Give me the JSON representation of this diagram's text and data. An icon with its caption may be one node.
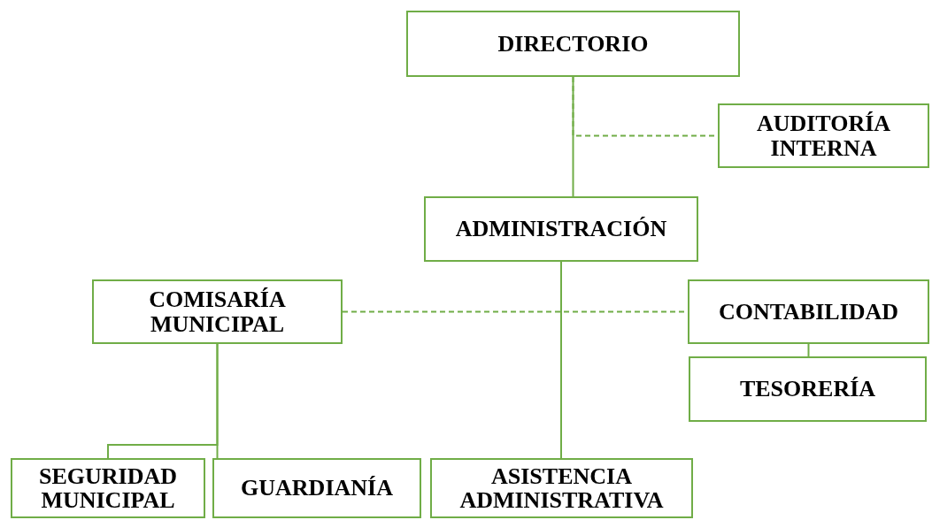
{
  "diagram": {
    "nodes": [
      {
        "text": [
          "DIRECTORIO"
        ]
      },
      {
        "text": [
          "AUDITORÍA INTERNA"
        ]
      },
      {
        "text": [
          "ADMINISTRACIÓN"
        ]
      },
      {
        "text": [
          "COMISARÍA MUNICIPAL"
        ]
      },
      {
        "text": [
          "CONTABILIDAD"
        ]
      },
      {
        "text": [
          "TESORERÍA"
        ]
      },
      {
        "text": [
          "SEGURIDAD MUNICIPAL"
        ]
      },
      {
        "text": [
          "GUARDIANÍA"
        ]
      },
      {
        "text": [
          "ASISTENCIA ADMINISTRATIVA"
        ]
      }
    ],
    "edges": [
      {
        "from": 0,
        "to": 2,
        "arrow": "none"
      },
      {
        "from": 0,
        "to": 1,
        "arrow": "none",
        "style": "dashed"
      },
      {
        "from": 3,
        "to": 4,
        "arrow": "none",
        "style": "dashed"
      },
      {
        "from": 2,
        "to": 8,
        "arrow": "none"
      },
      {
        "from": 4,
        "to": 5,
        "arrow": "none"
      },
      {
        "from": 3,
        "to": 6,
        "arrow": "none"
      },
      {
        "from": 3,
        "to": 7,
        "arrow": "none"
      }
    ]
  }
}
